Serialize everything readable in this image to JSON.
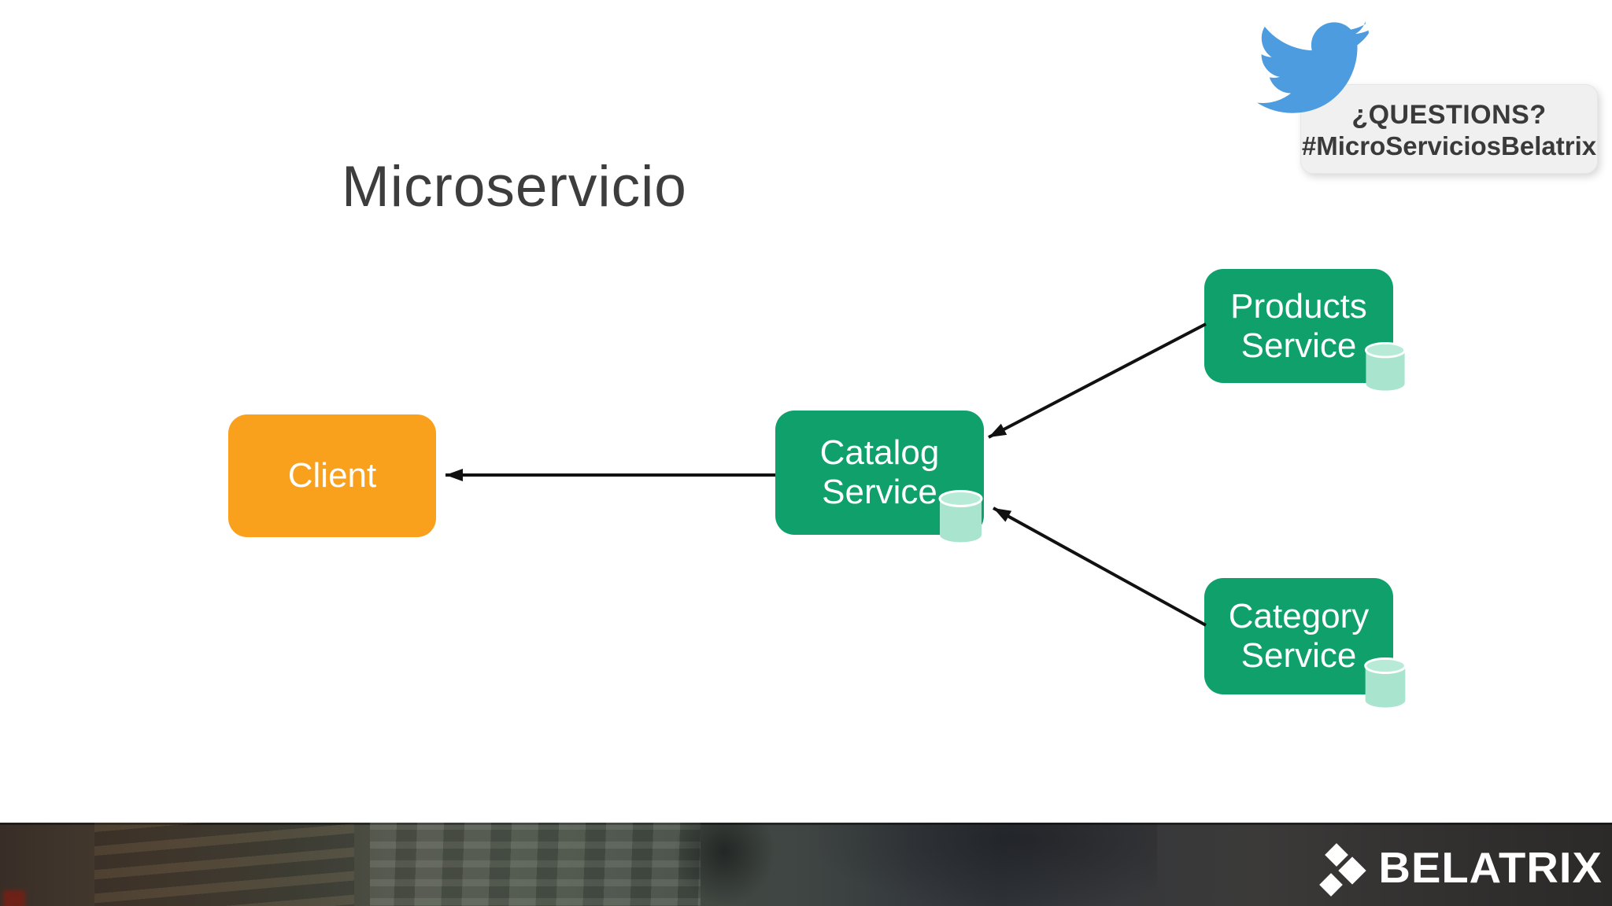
{
  "slide": {
    "title": "Microservicio",
    "title_color": "#3d3d3d",
    "background": "#ffffff"
  },
  "questions_bubble": {
    "line1": "¿QUESTIONS?",
    "line2": "#MicroServiciosBelatrix",
    "icon": "twitter-bird-icon",
    "bubble_bg": "#f0f0f1",
    "text_color": "#3a3a3a",
    "bird_color": "#4c9cdf"
  },
  "diagram": {
    "nodes": [
      {
        "id": "client",
        "line1": "Client",
        "line2": "",
        "color": "#f9a01d",
        "has_database": false
      },
      {
        "id": "catalog",
        "line1": "Catalog",
        "line2": "Service",
        "color": "#0fa06b",
        "has_database": true
      },
      {
        "id": "products",
        "line1": "Products",
        "line2": "Service",
        "color": "#0fa06b",
        "has_database": true
      },
      {
        "id": "category",
        "line1": "Category",
        "line2": "Service",
        "color": "#0fa06b",
        "has_database": true
      }
    ],
    "edges": [
      {
        "from": "catalog",
        "to": "client"
      },
      {
        "from": "products",
        "to": "catalog"
      },
      {
        "from": "category",
        "to": "catalog"
      }
    ],
    "database_icon": "database-cylinder-icon",
    "database_color": "#a9e5ce",
    "arrow_color": "#111111",
    "node_text_color": "#ffffff"
  },
  "footer": {
    "brand": "BELATRIX",
    "logo_icon": "belatrix-diamonds-logo",
    "brand_color": "#ffffff"
  }
}
